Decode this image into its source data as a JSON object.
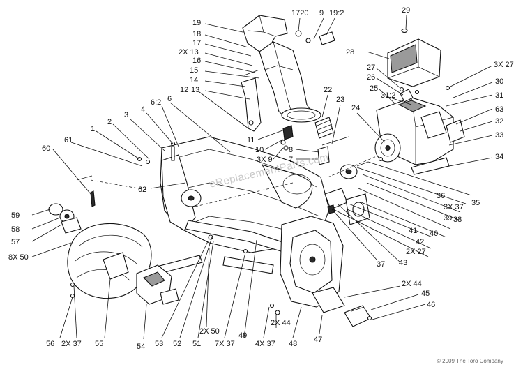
{
  "watermark": "eReplacementParts.com",
  "copyright": "© 2009 The Toro Company",
  "callouts": {
    "c29": "29",
    "c1720": "1720",
    "c9a": "9",
    "c19_2": "19:2",
    "c19": "19",
    "c18": "18",
    "c17a": "17",
    "c2x13": "2X 13",
    "c16": "16",
    "c15": "15",
    "c14": "14",
    "c13": "13",
    "c12": "12",
    "c28": "28",
    "c3x27": "3X 27",
    "c27": "27",
    "c26": "26",
    "c25": "25",
    "c31_2": "31:2",
    "c30": "30",
    "c31": "31",
    "c63": "63",
    "c32": "32",
    "c33": "33",
    "c34": "34",
    "c22": "22",
    "c23": "23",
    "c24": "24",
    "c6_2": "6:2",
    "c6": "6",
    "c4": "4",
    "c3": "3",
    "c2": "2",
    "c1": "1",
    "c61": "61",
    "c60": "60",
    "c11": "11",
    "c10": "10",
    "c3x9": "3X 9",
    "c8": "8",
    "c7": "7",
    "c62": "62",
    "c36": "36",
    "c35": "35",
    "c3x37": "3X 37",
    "c38": "38",
    "c39": "39",
    "c40": "40",
    "c41": "41",
    "c42": "42",
    "c2x27": "2X 27",
    "c43": "43",
    "c37": "37",
    "c59": "59",
    "c58": "58",
    "c57": "57",
    "c8x50": "8X 50",
    "c2x44a": "2X 44",
    "c45": "45",
    "c46": "46",
    "c56": "56",
    "c2x37": "2X 37",
    "c55": "55",
    "c54": "54",
    "c53": "53",
    "c52": "52",
    "c51": "51",
    "c2x50": "2X 50",
    "c7x37": "7X 37",
    "c49": "49",
    "c4x37": "4X 37",
    "c2x44b": "2X 44",
    "c48": "48",
    "c47": "47"
  }
}
